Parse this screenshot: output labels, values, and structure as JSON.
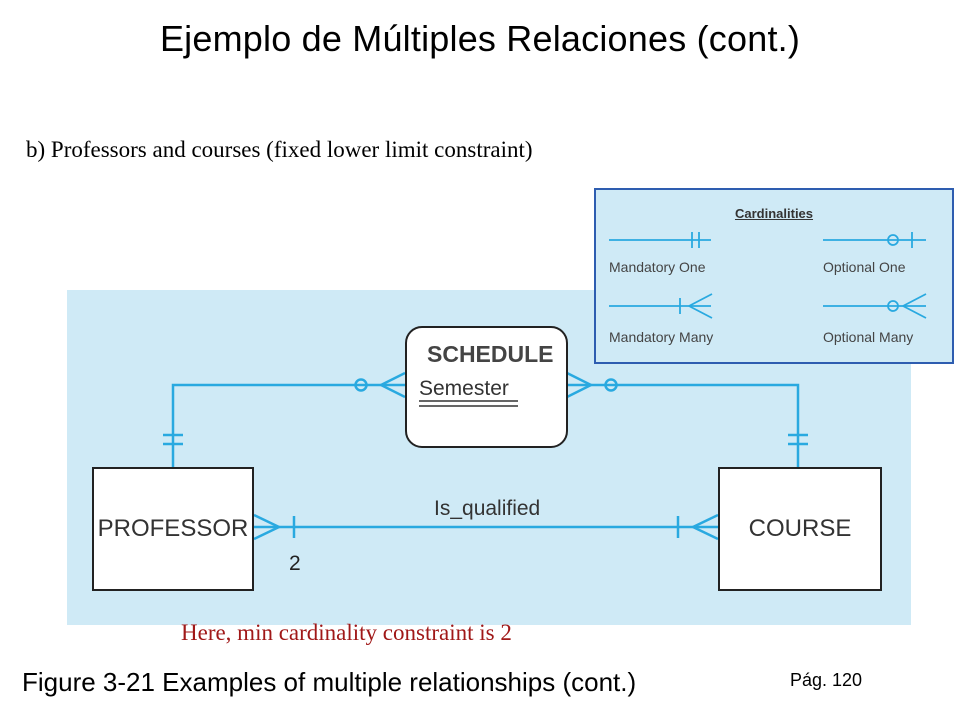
{
  "slide": {
    "title": "Ejemplo de Múltiples Relaciones (cont.)",
    "subtitle": "b) Professors and courses (fixed lower limit constraint)",
    "note": "Here, min cardinality constraint is 2",
    "caption": "Figure 3-21 Examples of multiple relationships (cont.)",
    "page_ref": "Pág. 120"
  },
  "diagram": {
    "entities": {
      "professor": "PROFESSOR",
      "course": "COURSE"
    },
    "associative_entity": {
      "name": "SCHEDULE",
      "attribute": "Semester"
    },
    "relationship": {
      "name": "Is_qualified",
      "min_cardinality_label": "2"
    }
  },
  "legend": {
    "title": "Cardinalities",
    "items": [
      {
        "label": "Mandatory One"
      },
      {
        "label": "Optional One"
      },
      {
        "label": "Mandatory Many"
      },
      {
        "label": "Optional Many"
      }
    ]
  },
  "colors": {
    "line": "#29a9e0",
    "panel": "#cfeaf6",
    "note": "#a01818",
    "legend_border": "#2e5db0"
  }
}
